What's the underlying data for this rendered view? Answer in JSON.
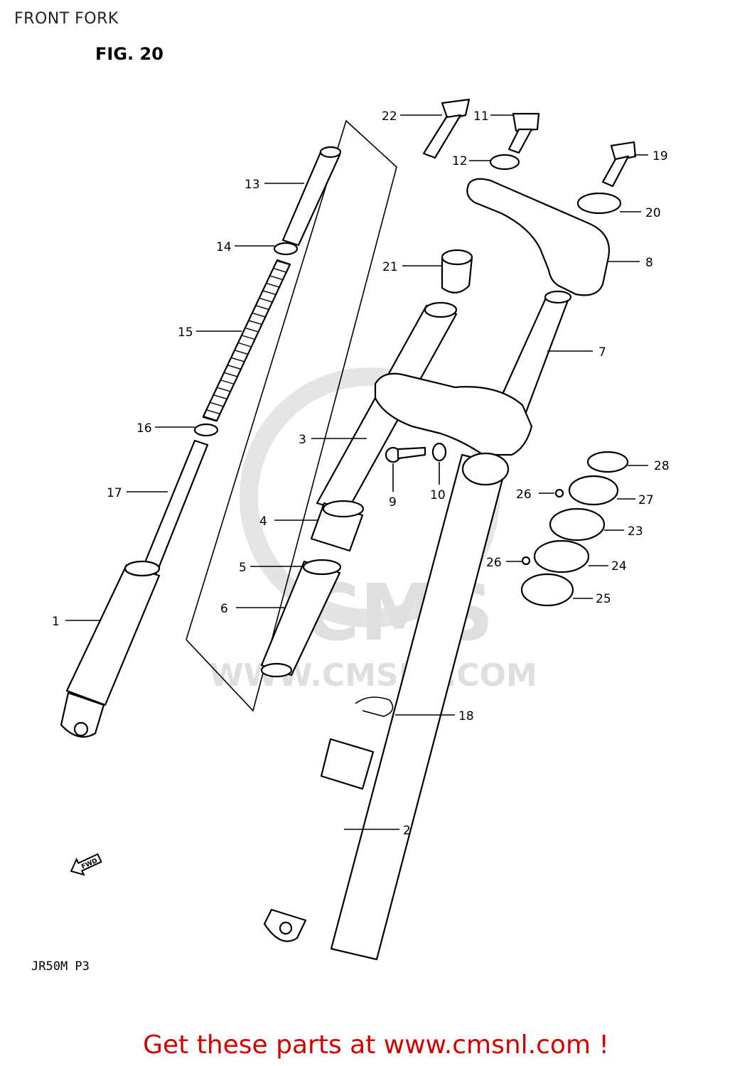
{
  "header": {
    "page_title": "FRONT FORK",
    "figure_label": "FIG. 20"
  },
  "diagram": {
    "watermark": {
      "brand": "CMS",
      "url": "WWW.CMSNL.COM",
      "color": "#dcdcdc"
    },
    "callouts": [
      "22",
      "11",
      "12",
      "19",
      "13",
      "20",
      "14",
      "8",
      "21",
      "15",
      "7",
      "16",
      "3",
      "28",
      "9",
      "10",
      "26",
      "27",
      "17",
      "4",
      "23",
      "26",
      "24",
      "5",
      "25",
      "6",
      "1",
      "18",
      "2"
    ],
    "direction_marker": {
      "text": "FWD",
      "icon": "fwd-arrow-icon"
    },
    "model_code": "JR50M P3"
  },
  "footer": {
    "promo_text": "Get these parts at www.cmsnl.com !",
    "promo_color": "#d40000"
  }
}
